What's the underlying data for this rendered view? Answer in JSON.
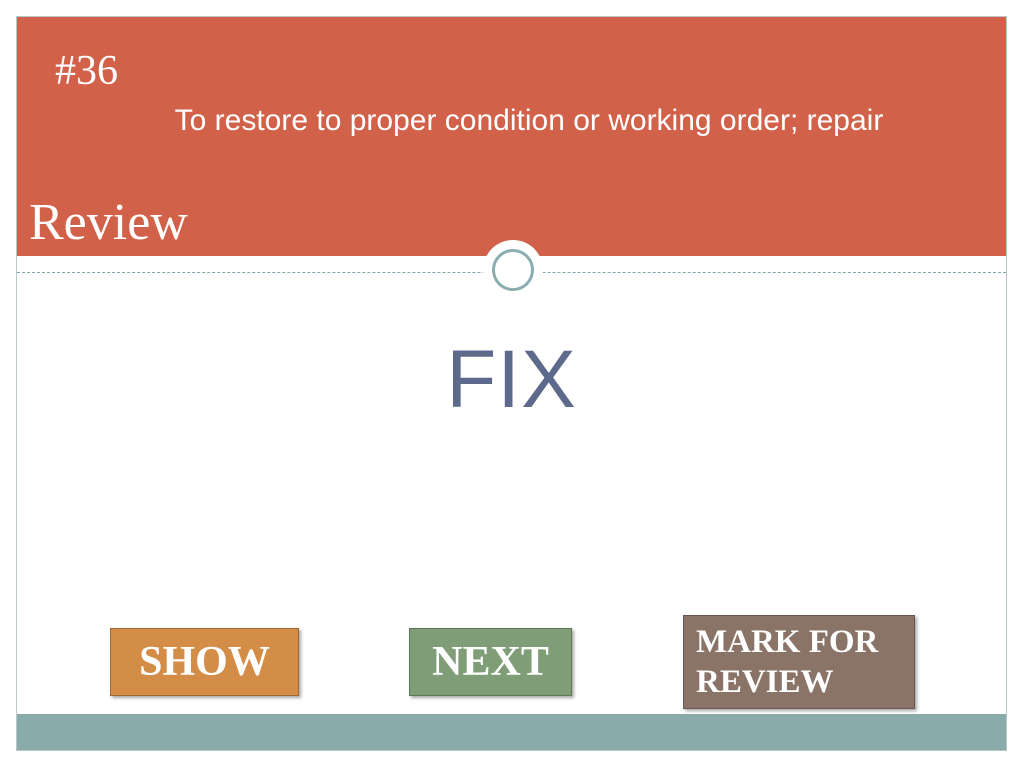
{
  "slide": {
    "number": "#36",
    "definition": "To restore to proper condition or working order; repair",
    "section_title": "Review",
    "answer": "FIX"
  },
  "buttons": {
    "show_label": "SHOW",
    "next_label": "NEXT",
    "mark_label": "MARK FOR\nREVIEW"
  },
  "colors": {
    "header": "#d2614a",
    "answer_text": "#5d6a8b",
    "show_button": "#d38d46",
    "next_button": "#7f9e78",
    "mark_button": "#8a7468",
    "footer": "#89abaa"
  }
}
